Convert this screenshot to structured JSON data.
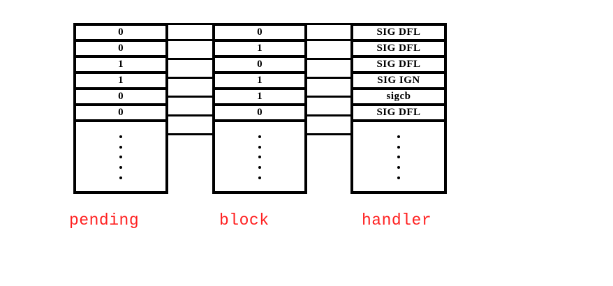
{
  "figure": {
    "background_color": "#ffffff",
    "border_color": "#000000",
    "label_color": "#ff2020",
    "value_color": "#000000"
  },
  "columns": [
    {
      "name": "pending",
      "label": "pending",
      "cells": [
        {
          "value": "0"
        },
        {
          "value": "0"
        },
        {
          "value": "1"
        },
        {
          "value": "1"
        },
        {
          "value": "0"
        },
        {
          "value": "0"
        }
      ],
      "continuation_dots": 5
    },
    {
      "name": "block",
      "label": "block",
      "cells": [
        {
          "value": "0"
        },
        {
          "value": "1"
        },
        {
          "value": "0"
        },
        {
          "value": "1"
        },
        {
          "value": "1"
        },
        {
          "value": "0"
        }
      ],
      "continuation_dots": 5
    },
    {
      "name": "handler",
      "label": "handler",
      "cells": [
        {
          "value": "SIG DFL"
        },
        {
          "value": "SIG DFL"
        },
        {
          "value": "SIG DFL"
        },
        {
          "value": "SIG IGN"
        },
        {
          "value": "sigcb"
        },
        {
          "value": "SIG DFL"
        }
      ],
      "continuation_dots": 5
    }
  ],
  "connectors": {
    "groups": 2,
    "lines_per_group": 7
  }
}
